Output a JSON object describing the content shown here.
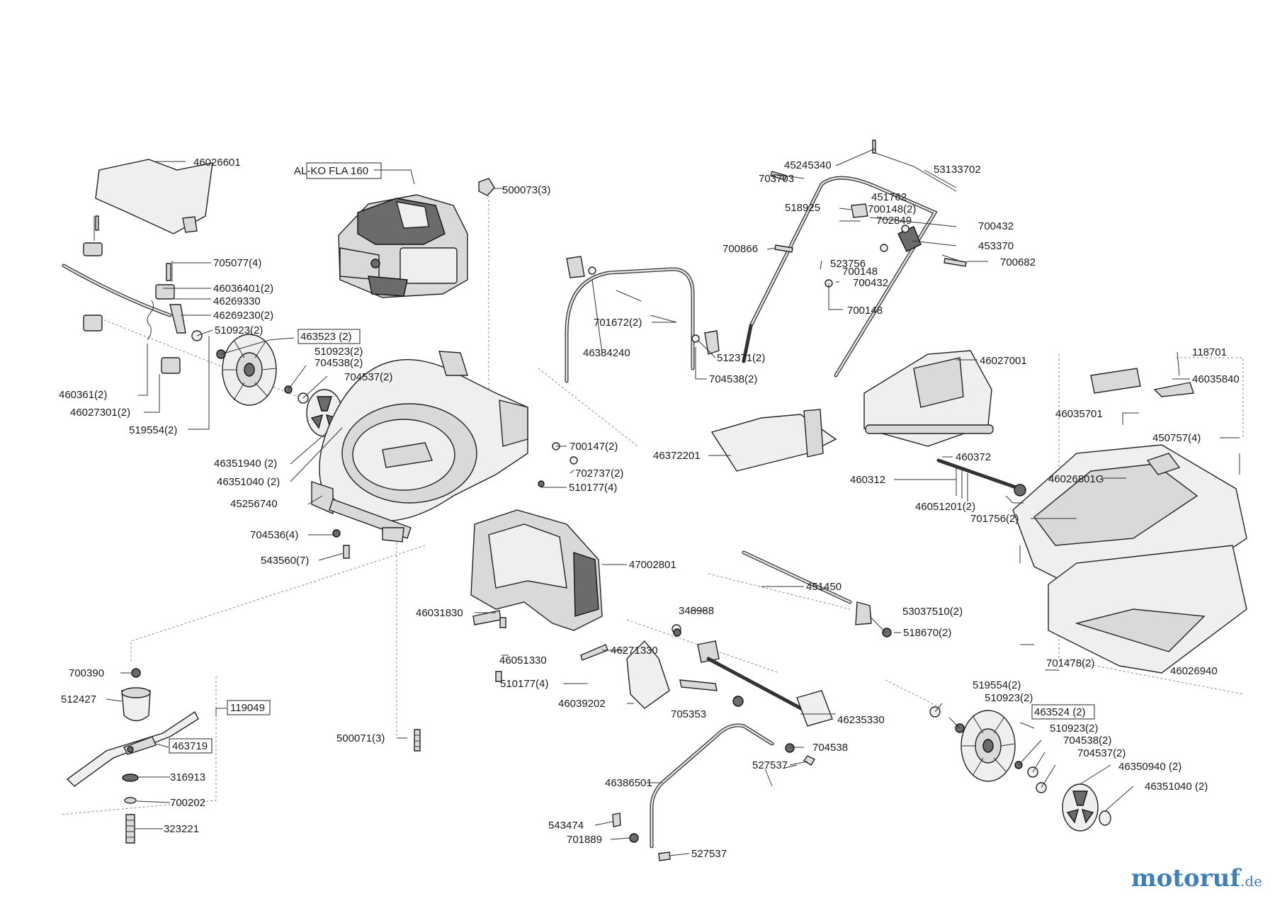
{
  "engine_label": "AL-KO FLA 160",
  "boxed_labels": [
    "463523 (2)",
    "119049",
    "463719",
    "463524 (2)"
  ],
  "part_numbers": [
    "46026601",
    "500073(3)",
    "705077(4)",
    "46036401(2)",
    "46269330",
    "46269230(2)",
    "510923(2)",
    "510923(2)",
    "704538(2)",
    "704537(2)",
    "460361(2)",
    "46027301(2)",
    "519554(2)",
    "46351940 (2)",
    "46351040 (2)",
    "45256740",
    "704536(4)",
    "543560(7)",
    "45245340",
    "53133702",
    "703703",
    "451762",
    "518925",
    "700148(2)",
    "702849",
    "700432",
    "453370",
    "700866",
    "523756",
    "700148",
    "700682",
    "700432",
    "700148",
    "701672(2)",
    "46384240",
    "512371(2)",
    "704538(2)",
    "46027001",
    "118701",
    "46035840",
    "46035701",
    "450757(4)",
    "460372",
    "46372201",
    "460312",
    "46026801G",
    "46051201(2)",
    "701756(2)",
    "700147(2)",
    "702737(2)",
    "510177(4)",
    "47002801",
    "451450",
    "46031830",
    "348988",
    "53037510(2)",
    "518670(2)",
    "46051330",
    "46271330",
    "701478(2)",
    "46026940",
    "510177(4)",
    "46039202",
    "705353",
    "519554(2)",
    "510923(2)",
    "46235330",
    "510923(2)",
    "704538(2)",
    "704537(2)",
    "46350940 (2)",
    "46351040 (2)",
    "500071(3)",
    "704538",
    "527537",
    "46386501",
    "543474",
    "701889",
    "527537",
    "700390",
    "512427",
    "316913",
    "700202",
    "323221"
  ],
  "watermark": {
    "main": "motoruf",
    "tld": ".de"
  },
  "colors": {
    "line": "#222222",
    "part_fill": "#d9d9d9",
    "dark_fill": "#6b6b6b",
    "watermark": "#3d7fb8"
  }
}
